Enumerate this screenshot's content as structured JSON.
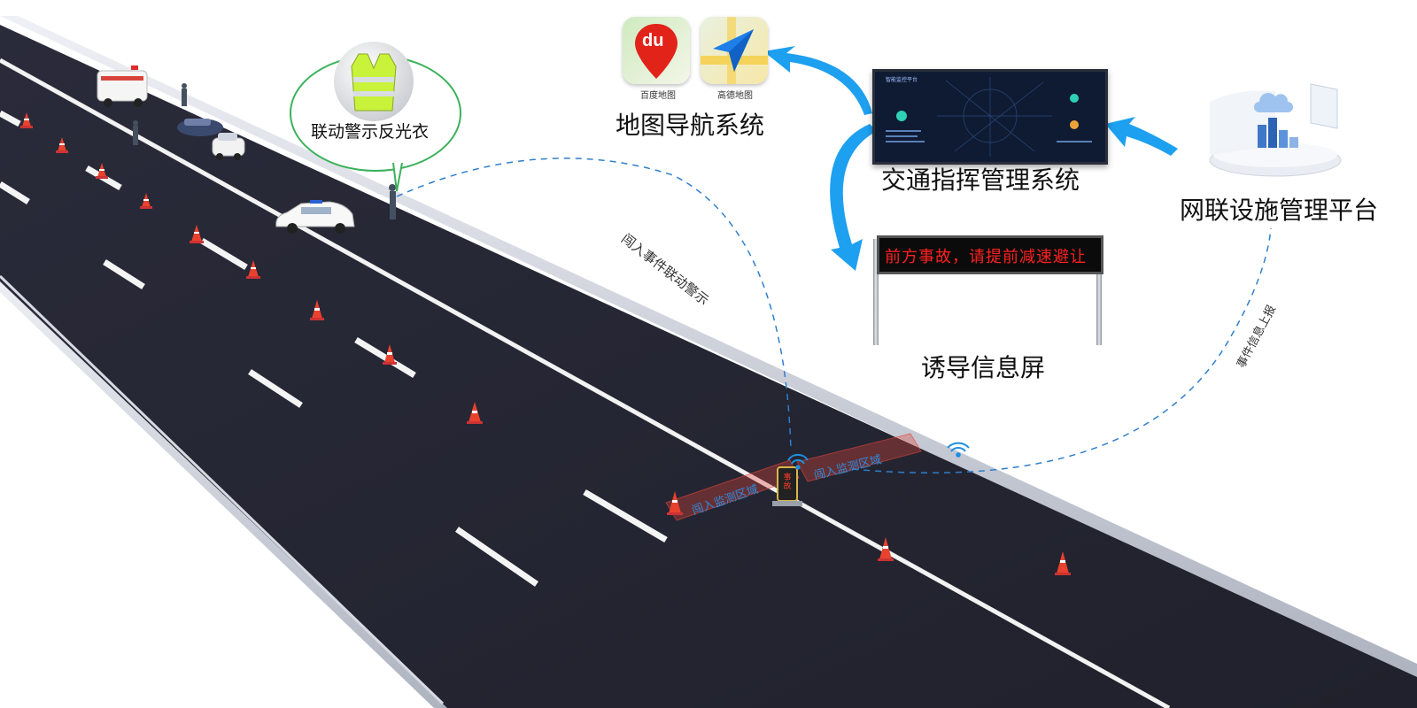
{
  "labels": {
    "map_nav": "地图导航系统",
    "baidu": "百度地图",
    "gaode": "高德地图",
    "traffic": "交通指挥管理系统",
    "platform": "网联设施管理平台",
    "guide_screen": "诱导信息屏",
    "vest": "联动警示反光衣",
    "intrusion_alert": "闯入事件联动警示",
    "event_report": "事件信息上报",
    "zone_left": "闯入监测区域",
    "zone_right": "闯入监测区域",
    "device_text": "事故"
  },
  "vms_message": "前方事故，请提前减速避让",
  "baidu_logo_text": "du",
  "monitor_title": "智能监控平台",
  "colors": {
    "road": "#262735",
    "curb": "#c9cdd8",
    "arrow_blue": "#1ea0f0",
    "dashed_link": "#2f7fcc",
    "bubble_border": "#3bb15a",
    "vms_text": "#ff2020",
    "cone": "#e8422e",
    "zone": "#e0463a"
  },
  "icons": [
    "baidu-map-icon",
    "gaode-map-icon",
    "wifi-icon",
    "cloud-icon",
    "reflective-vest-icon"
  ]
}
